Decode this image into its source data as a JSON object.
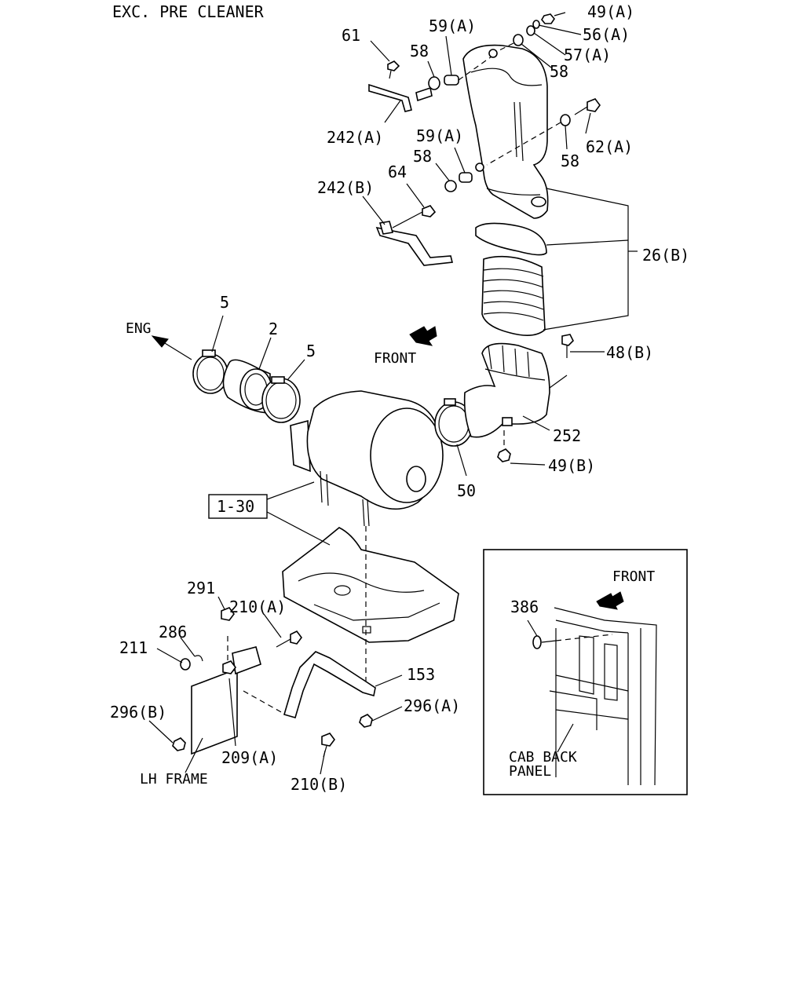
{
  "header": {
    "title": "EXC. PRE CLEANER"
  },
  "labels": {
    "l61": "61",
    "l58a": "58",
    "l59a1": "59(A)",
    "l49a": "49(A)",
    "l56a": "56(A)",
    "l57a": "57(A)",
    "l58b": "58",
    "l242a": "242(A)",
    "l59a2": "59(A)",
    "l58c": "58",
    "l62a": "62(A)",
    "l58d": "58",
    "l64": "64",
    "l242b": "242(B)",
    "l26b": "26(B)",
    "l5a": "5",
    "l2": "2",
    "l5b": "5",
    "eng": "ENG",
    "front_main": "FRONT",
    "l48b": "48(B)",
    "l252": "252",
    "l49b": "49(B)",
    "l50": "50",
    "l130": "1-30",
    "l291": "291",
    "l210a": "210(A)",
    "l286": "286",
    "l211": "211",
    "l153": "153",
    "l296a": "296(A)",
    "l296b": "296(B)",
    "l209a": "209(A)",
    "lh_frame": "LH FRAME",
    "l210b": "210(B)"
  },
  "inset": {
    "front": "FRONT",
    "l386": "386",
    "cab_back_line1": "CAB BACK",
    "cab_back_line2": "PANEL"
  }
}
